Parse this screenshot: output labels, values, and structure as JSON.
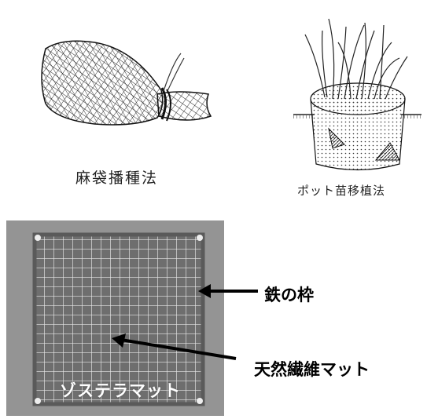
{
  "illustrations": {
    "burlap_method": {
      "label": "麻袋播種法",
      "icon": "burlap-sack-illustration"
    },
    "pot_method": {
      "label": "ポット苗移植法",
      "icon": "potted-seedling-illustration"
    }
  },
  "photo": {
    "label": "ゾステラマット",
    "annotations": {
      "iron_frame": "鉄の枠",
      "natural_fiber_mat": "天然繊維マット"
    }
  }
}
